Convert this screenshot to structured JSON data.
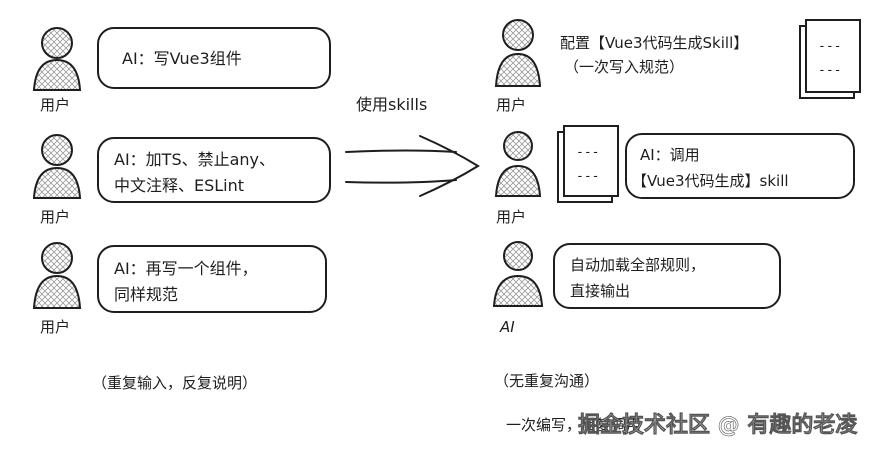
{
  "left": {
    "rows": [
      {
        "actor": "用户",
        "lines": [
          "AI：写Vue3组件"
        ]
      },
      {
        "actor": "用户",
        "lines": [
          "AI：加TS、禁止any、",
          "中文注释、ESLint"
        ]
      },
      {
        "actor": "用户",
        "lines": [
          "AI：再写一个组件，",
          "同样规范"
        ]
      }
    ],
    "caption": "（重复输入，反复说明）"
  },
  "center": {
    "arrow_label": "使用skills"
  },
  "right": {
    "config_lines": [
      "配置【Vue3代码生成Skill】",
      "（一次写入规范）"
    ],
    "doc_glyph": "---",
    "rows": [
      {
        "actor": "用户",
        "lines": [
          "AI：调用",
          "【Vue3代码生成】skill"
        ]
      },
      {
        "actor": "AI",
        "lines": [
          "自动加载全部规则，",
          "直接输出"
        ]
      }
    ],
    "user_actor": "用户",
    "caption": "（无重复沟通）",
    "footer": "一次编写，反复调用"
  },
  "watermark": "掘金技术社区 @ 有趣的老凌",
  "colors": {
    "stroke": "#1e1e1e",
    "hatch": "#9a9a9a"
  }
}
